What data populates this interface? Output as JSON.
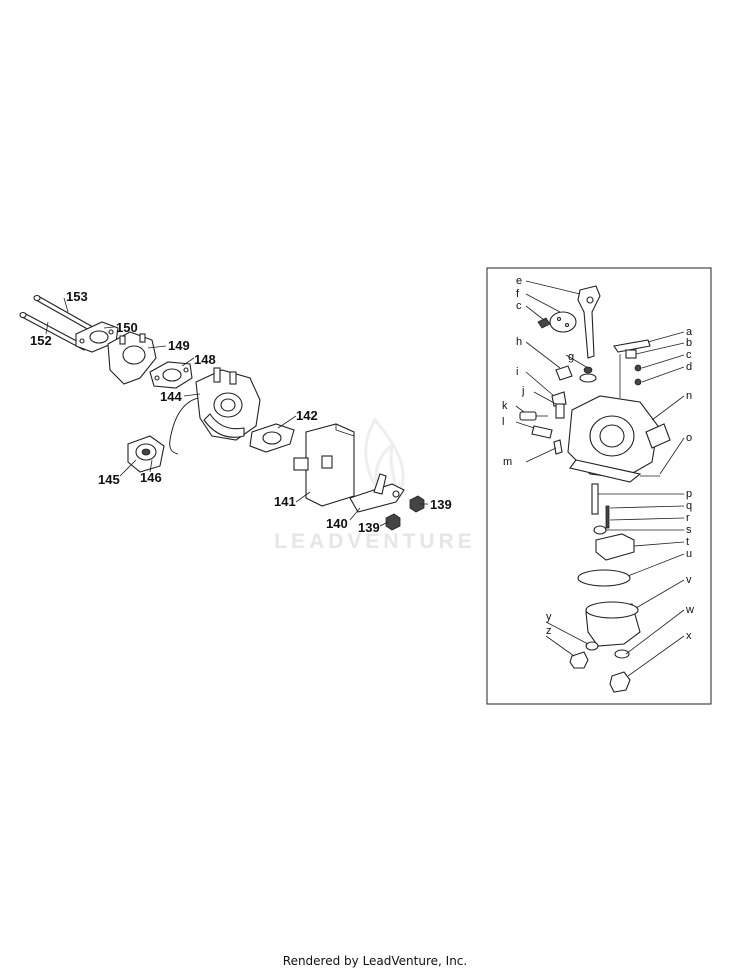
{
  "main_callouts": [
    {
      "id": "153",
      "label": "153"
    },
    {
      "id": "152",
      "label": "152"
    },
    {
      "id": "150",
      "label": "150"
    },
    {
      "id": "149",
      "label": "149"
    },
    {
      "id": "148",
      "label": "148"
    },
    {
      "id": "144",
      "label": "144"
    },
    {
      "id": "142",
      "label": "142"
    },
    {
      "id": "145",
      "label": "145"
    },
    {
      "id": "146",
      "label": "146"
    },
    {
      "id": "141",
      "label": "141"
    },
    {
      "id": "140",
      "label": "140"
    },
    {
      "id": "139a",
      "label": "139"
    },
    {
      "id": "139b",
      "label": "139"
    }
  ],
  "inset_callouts": [
    {
      "id": "e",
      "label": "e"
    },
    {
      "id": "f",
      "label": "f"
    },
    {
      "id": "c1",
      "label": "c"
    },
    {
      "id": "h",
      "label": "h"
    },
    {
      "id": "g",
      "label": "g"
    },
    {
      "id": "i",
      "label": "i"
    },
    {
      "id": "j",
      "label": "j"
    },
    {
      "id": "k",
      "label": "k"
    },
    {
      "id": "l",
      "label": "l"
    },
    {
      "id": "m",
      "label": "m"
    },
    {
      "id": "a",
      "label": "a"
    },
    {
      "id": "b",
      "label": "b"
    },
    {
      "id": "c2",
      "label": "c"
    },
    {
      "id": "d",
      "label": "d"
    },
    {
      "id": "n",
      "label": "n"
    },
    {
      "id": "o",
      "label": "o"
    },
    {
      "id": "p",
      "label": "p"
    },
    {
      "id": "q",
      "label": "q"
    },
    {
      "id": "r",
      "label": "r"
    },
    {
      "id": "s",
      "label": "s"
    },
    {
      "id": "t",
      "label": "t"
    },
    {
      "id": "u",
      "label": "u"
    },
    {
      "id": "v",
      "label": "v"
    },
    {
      "id": "w",
      "label": "w"
    },
    {
      "id": "x",
      "label": "x"
    },
    {
      "id": "y",
      "label": "y"
    },
    {
      "id": "z",
      "label": "z"
    }
  ],
  "watermark": "LEADVENTURE",
  "footer": "Rendered by LeadVenture, Inc."
}
